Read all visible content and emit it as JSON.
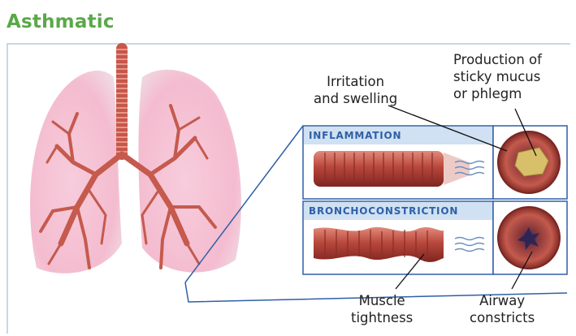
{
  "title": "Asthmatic",
  "labels": {
    "production": "Production of\nsticky mucus\nor phlegm",
    "irritation": "Irritation\nand swelling",
    "muscle": "Muscle\ntightness",
    "airway": "Airway\nconstricts"
  },
  "panels": {
    "inflammation": "INFLAMMATION",
    "bronchoconstriction": "BRONCHOCONSTRICTION"
  },
  "colors": {
    "title_green": "#5aa84a",
    "panel_blue": "#2f5fa7",
    "panel_bg": "#cfe1f2",
    "airway_red": "#b4433b",
    "lung_pink": "#f4b9cf"
  }
}
